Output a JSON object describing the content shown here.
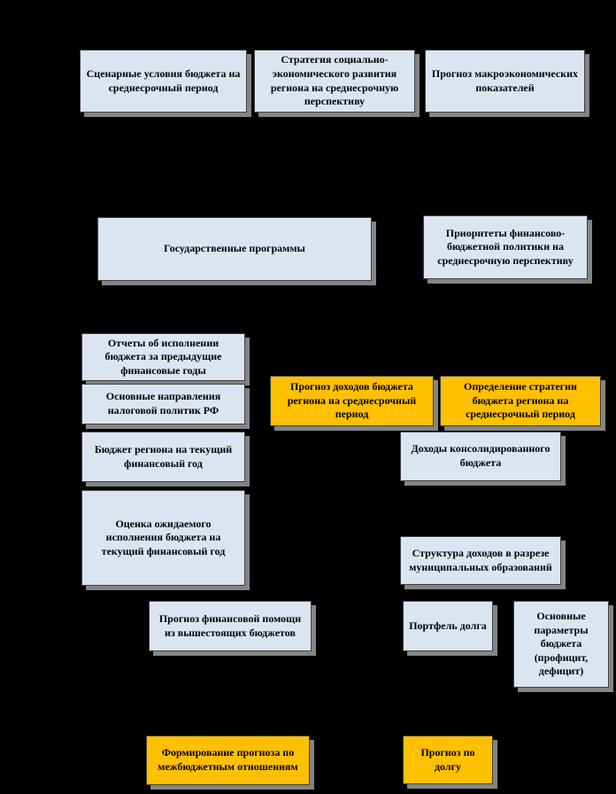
{
  "colors": {
    "background": "#000000",
    "box_blue": "#dbe5f1",
    "box_yellow": "#ffc000",
    "shadow": "#848484",
    "border": "#404040",
    "text": "#000000"
  },
  "nodes": {
    "scenario_conditions": {
      "label": "Сценарные условия бюджета на среднесрочный период"
    },
    "strategy_development": {
      "label": "Стратегия социально-экономического развития региона на среднесрочную перспективу"
    },
    "macro_forecast": {
      "label": "Прогноз макроэкономических показателей"
    },
    "state_programs": {
      "label": "Государственные программы"
    },
    "fiscal_priorities": {
      "label": "Приоритеты финансово-бюджетной политики на среднесрочную перспективу"
    },
    "execution_reports": {
      "label": "Отчеты об исполнении бюджета за предыдущие финансовые годы"
    },
    "tax_policy": {
      "label": "Основные направления налоговой политик РФ"
    },
    "current_budget": {
      "label": "Бюджет региона на текущий финансовый год"
    },
    "expected_execution": {
      "label": "Оценка ожидаемого исполнения бюджета на текущий финансовый год"
    },
    "revenue_forecast": {
      "label": "Прогноз доходов бюджета региона на среднесрочный период"
    },
    "strategy_definition": {
      "label": "Определение стратегии бюджета региона на среднесрочный период"
    },
    "consolidated_revenue": {
      "label": "Доходы консолидированного бюджета"
    },
    "revenue_structure": {
      "label": "Структура доходов в разрезе муниципальных образований"
    },
    "financial_aid_forecast": {
      "label": "Прогноз финансовой помощи из вышестоящих бюджетов"
    },
    "debt_portfolio": {
      "label": "Портфель долга"
    },
    "budget_parameters": {
      "label": "Основные параметры бюджета (профицит, дефицит)"
    },
    "interbudget_forecast": {
      "label": "Формирование прогноза по межбюджетным отношениям"
    },
    "debt_forecast": {
      "label": "Прогноз по долгу"
    }
  }
}
